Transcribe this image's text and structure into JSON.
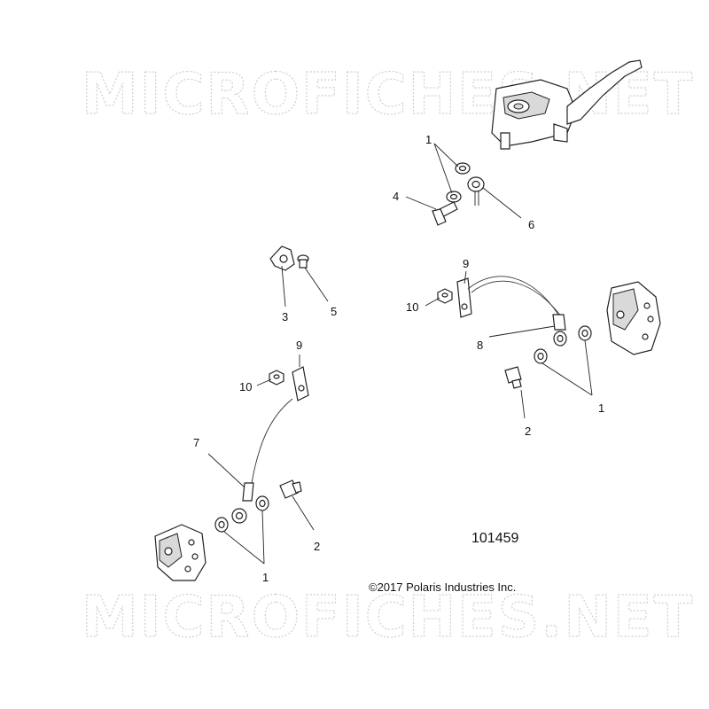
{
  "watermark": {
    "text": "MICROFICHES.NET"
  },
  "figure_number": "101459",
  "copyright": "©2017 Polaris Industries Inc.",
  "callouts": {
    "c1_top": "1",
    "c4": "4",
    "c6": "6",
    "c3": "3",
    "c5": "5",
    "c9_right": "9",
    "c10_right": "10",
    "c8": "8",
    "c2_right": "2",
    "c1_right": "1",
    "c9_left": "9",
    "c10_left": "10",
    "c7": "7",
    "c2_left": "2",
    "c1_left": "1"
  }
}
